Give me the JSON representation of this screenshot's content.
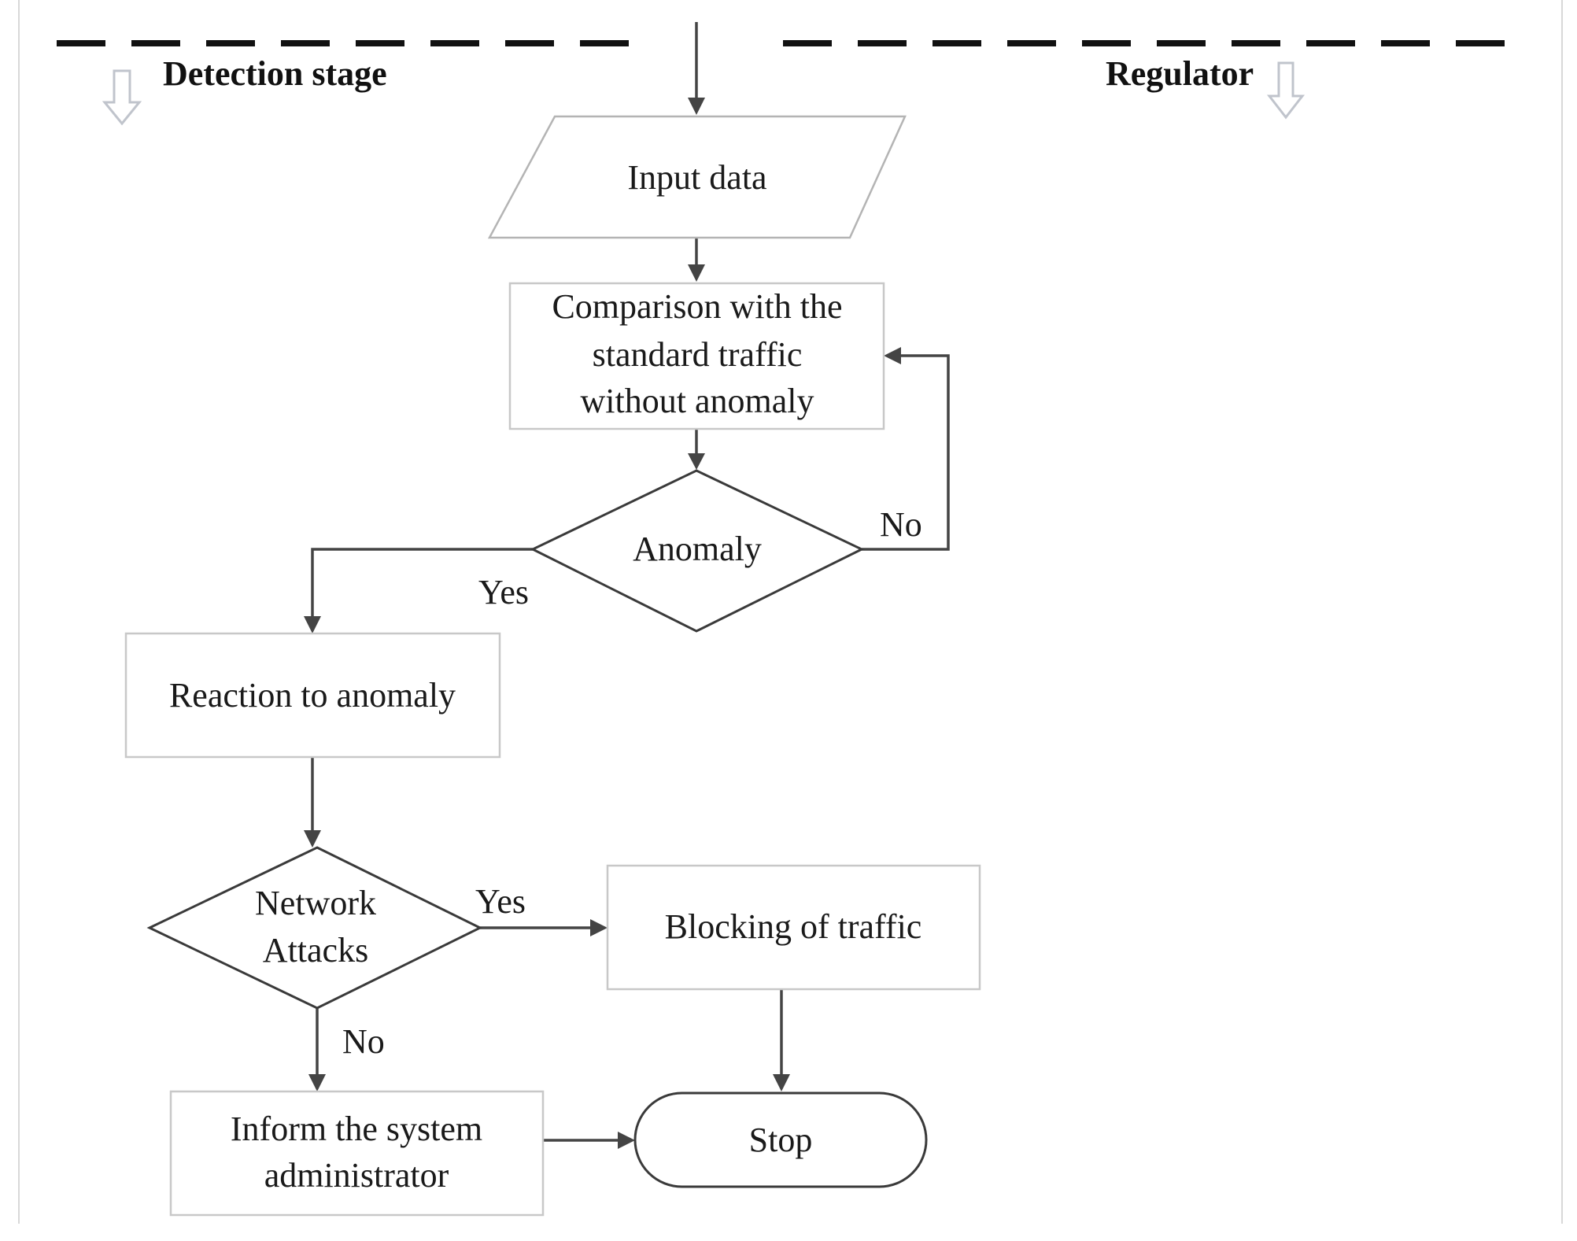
{
  "stages": {
    "detection_label": "Detection stage",
    "regulator_label": "Regulator"
  },
  "nodes": {
    "input_data": "Input data",
    "comparison": [
      "Comparison with the",
      "standard traffic",
      "without anomaly"
    ],
    "anomaly_decision": "Anomaly",
    "reaction": "Reaction to anomaly",
    "network_attacks": [
      "Network",
      "Attacks"
    ],
    "blocking": "Blocking of traffic",
    "inform_admin": [
      "Inform the system",
      "administrator"
    ],
    "stop": "Stop"
  },
  "edges": {
    "anomaly_no": "No",
    "anomaly_yes": "Yes",
    "attacks_yes": "Yes",
    "attacks_no": "No"
  },
  "colors": {
    "line": "#444444",
    "box_border": "#c8c8c8",
    "shape_border": "#3a3a3a",
    "hollow_arrow": "#c0c4cc",
    "text": "#1a1a1a"
  }
}
